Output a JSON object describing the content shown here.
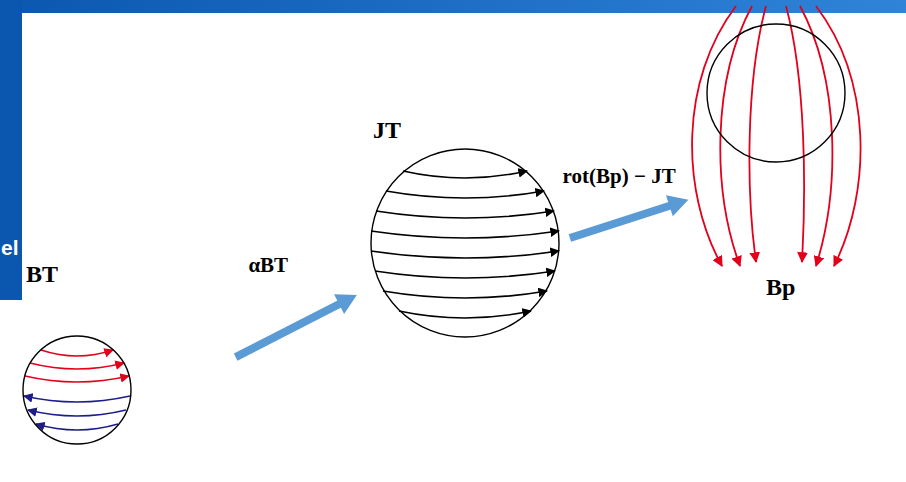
{
  "diagram": {
    "nodes": [
      {
        "text": [
          "BT"
        ]
      },
      {
        "text": [
          "JT"
        ]
      },
      {
        "text": [
          "Bp"
        ]
      }
    ],
    "edges": [
      {
        "from": 0,
        "to": 1,
        "arrow": "to",
        "label": "αBT"
      },
      {
        "from": 1,
        "to": 2,
        "arrow": "to",
        "label": "rot(Bp) − JT"
      }
    ],
    "labels": [
      "el"
    ]
  }
}
